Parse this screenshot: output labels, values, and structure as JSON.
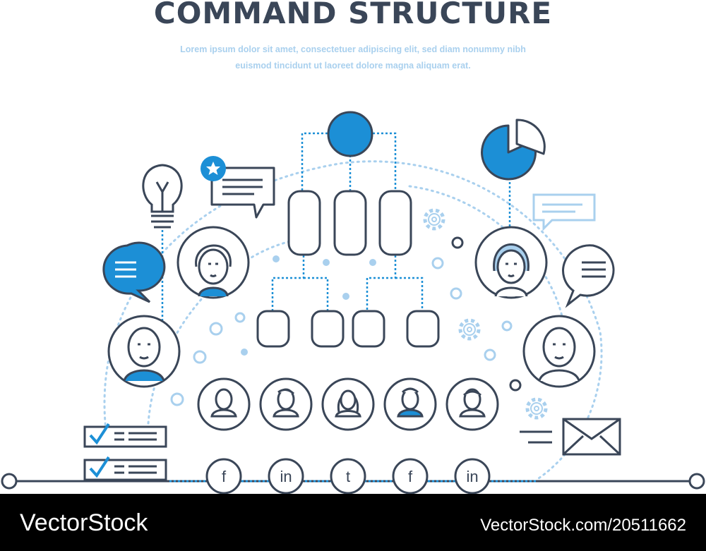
{
  "title": "COMMAND STRUCTURE",
  "subtitle_line1": "Lorem ipsum dolor sit amet, consectetuer adipiscing elit, sed diam nonummy nibh",
  "subtitle_line2": "euismod tincidunt ut laoreet dolore magna aliquam erat.",
  "social": [
    "f",
    "in",
    "t",
    "f",
    "in"
  ],
  "footer": {
    "brand": "VectorStock",
    "image_id": "VectorStock.com/20511662"
  },
  "colors": {
    "accent": "#1c8fd6",
    "stroke": "#3a4658",
    "light": "#a9d0ee",
    "footer_bg": "#000000"
  },
  "icons": [
    "lightbulb-icon",
    "chat-bubble-icon",
    "star-badge-icon",
    "pie-chart-icon",
    "gear-icon",
    "checklist-icon",
    "envelope-icon",
    "avatar-icon"
  ]
}
